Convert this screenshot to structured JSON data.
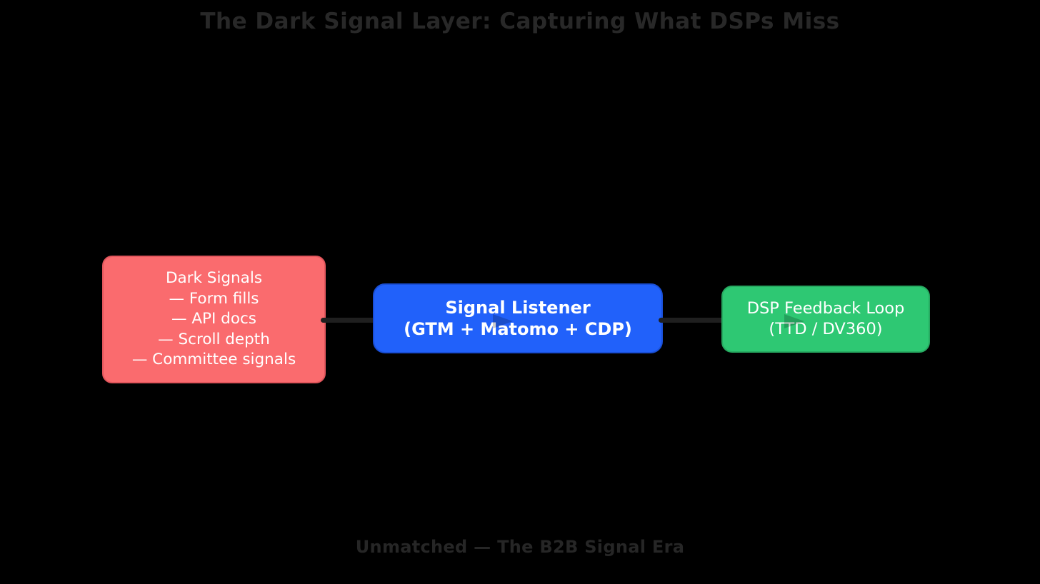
{
  "background_color": "#000000",
  "title": {
    "text": "The Dark Signal Layer: Capturing What DSPs Miss",
    "color": "#282828"
  },
  "caption": {
    "text": "Unmatched — The B2B Signal Era",
    "color": "#262626"
  },
  "diagram": {
    "connector_color": "#1F1F1F",
    "nodes": [
      {
        "id": "dark-signals",
        "fill": "#FA6B6E",
        "border": "#E2565C",
        "text_color": "#FFFFFF",
        "lines": [
          "Dark Signals",
          "— Form fills",
          "— API docs",
          "— Scroll depth",
          "— Committee signals"
        ]
      },
      {
        "id": "signal-listener",
        "fill": "#2161FA",
        "border": "#1A4FD6",
        "text_color": "#FFFFFF",
        "lines": [
          "Signal Listener",
          "(GTM + Matomo + CDP)"
        ]
      },
      {
        "id": "dsp-feedback-loop",
        "fill": "#2EC873",
        "border": "#27AA61",
        "text_color": "#FFFFFF",
        "lines": [
          "DSP Feedback Loop",
          "(TTD / DV360)"
        ]
      }
    ],
    "connectors": [
      {
        "from": "dark-signals",
        "to": "signal-listener"
      },
      {
        "from": "signal-listener",
        "to": "dsp-feedback-loop"
      }
    ]
  }
}
